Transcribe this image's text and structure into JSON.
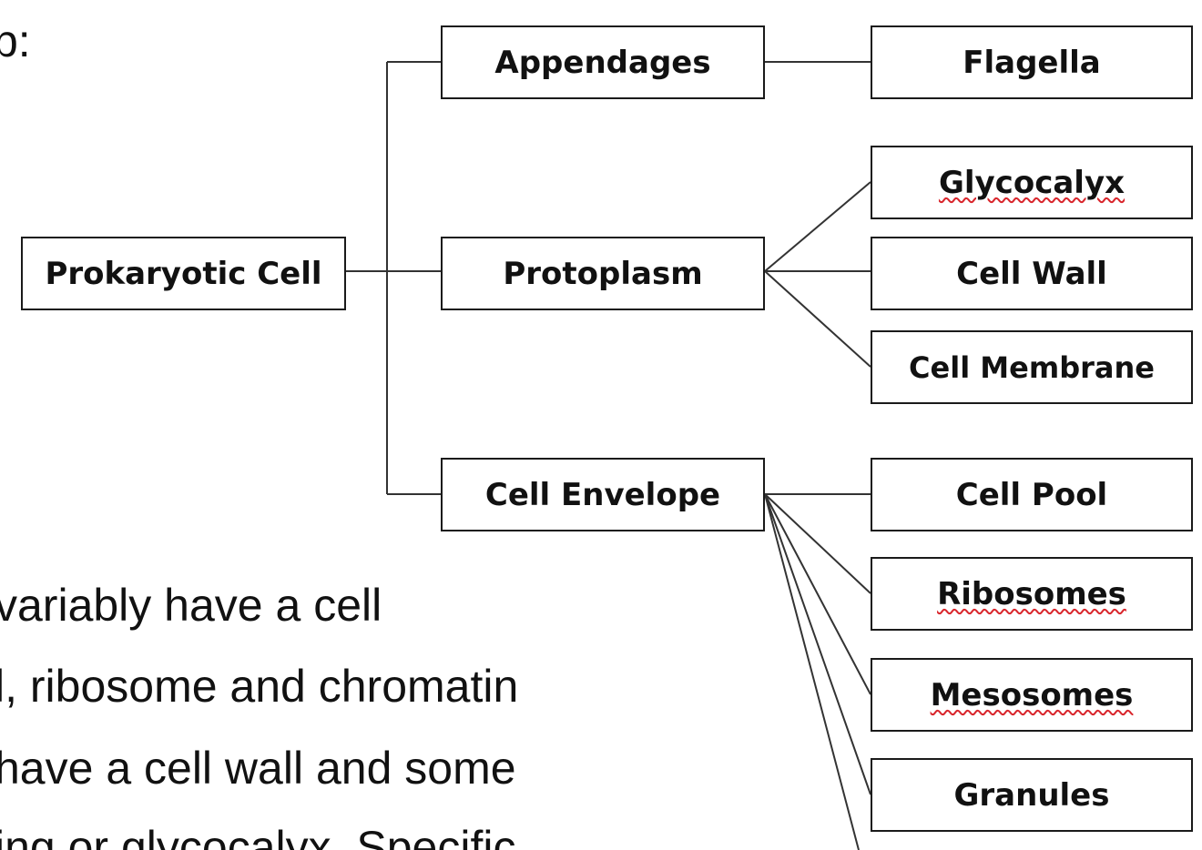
{
  "diagram": {
    "nodes": {
      "prokaryotic_cell": "Prokaryotic Cell",
      "appendages": "Appendages",
      "protoplasm": "Protoplasm",
      "cell_envelope": "Cell Envelope",
      "flagella": "Flagella",
      "glycocalyx": "Glycocalyx",
      "cell_wall": "Cell Wall",
      "cell_membrane": "Cell Membrane",
      "cell_pool": "Cell Pool",
      "ribosomes": "Ribosomes",
      "mesosomes": "Mesosomes",
      "granules": "Granules"
    },
    "edges": [
      [
        "prokaryotic_cell",
        "appendages"
      ],
      [
        "prokaryotic_cell",
        "protoplasm"
      ],
      [
        "prokaryotic_cell",
        "cell_envelope"
      ],
      [
        "appendages",
        "flagella"
      ],
      [
        "protoplasm",
        "glycocalyx"
      ],
      [
        "protoplasm",
        "cell_wall"
      ],
      [
        "protoplasm",
        "cell_membrane"
      ],
      [
        "cell_envelope",
        "cell_pool"
      ],
      [
        "cell_envelope",
        "ribosomes"
      ],
      [
        "cell_envelope",
        "mesosomes"
      ],
      [
        "cell_envelope",
        "granules"
      ]
    ]
  },
  "slide_text": {
    "heading_fragment": "p:",
    "line1": "variably have a cell",
    "line2": "l, ribosome and chromatin",
    "line3": " have a cell wall and some",
    "line4": "ing or glycocalyx. Specific"
  },
  "colors": {
    "line": "#333333",
    "border": "#1a1a1a",
    "spellcheck_underline": "#d9262c"
  }
}
